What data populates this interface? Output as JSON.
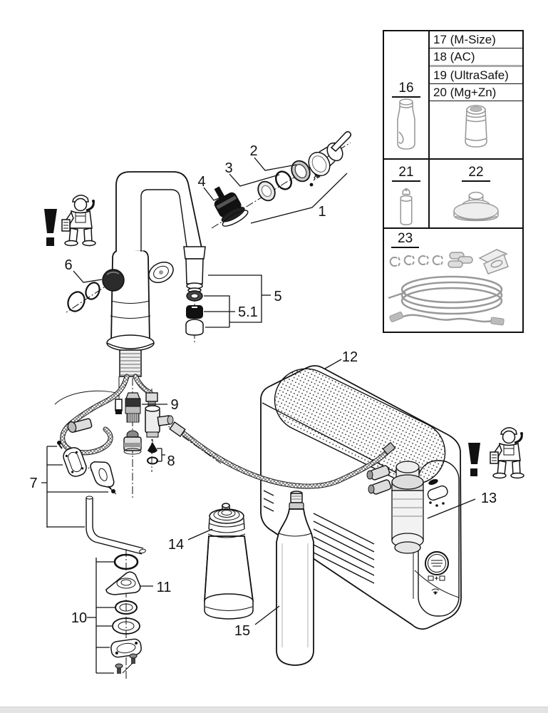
{
  "page": {
    "background": "#ffffff",
    "footer_bar_color": "#e3e3e3",
    "line_color": "#111111"
  },
  "diagram": {
    "type": "exploded-parts-diagram",
    "callouts": {
      "c1": "1",
      "c2": "2",
      "c3": "3",
      "c4": "4",
      "c5": "5",
      "c5_1": "5.1",
      "c6": "6",
      "c7": "7",
      "c8": "8",
      "c9": "9",
      "c10": "10",
      "c11": "11",
      "c12": "12",
      "c13": "13",
      "c14": "14",
      "c15": "15"
    },
    "icons": [
      "installer-technician-icon",
      "warning-exclamation-icon",
      "brand-badge-icon"
    ]
  },
  "parts_panel": {
    "cell_16": {
      "label": "16",
      "icon": "care-bottle-icon"
    },
    "cell_17_20": {
      "labels": [
        "17 (M-Size)",
        "18 (AC)",
        "19 (UltraSafe)",
        "20 (Mg+Zn)"
      ],
      "icon": "filter-cartridge-icon"
    },
    "cell_21": {
      "label": "21",
      "icon": "co2-bottle-icon"
    },
    "cell_22": {
      "label": "22",
      "icon": "filter-head-adapter-icon"
    },
    "cell_23": {
      "label": "23",
      "icon": "hose-installation-kit-icon"
    }
  }
}
